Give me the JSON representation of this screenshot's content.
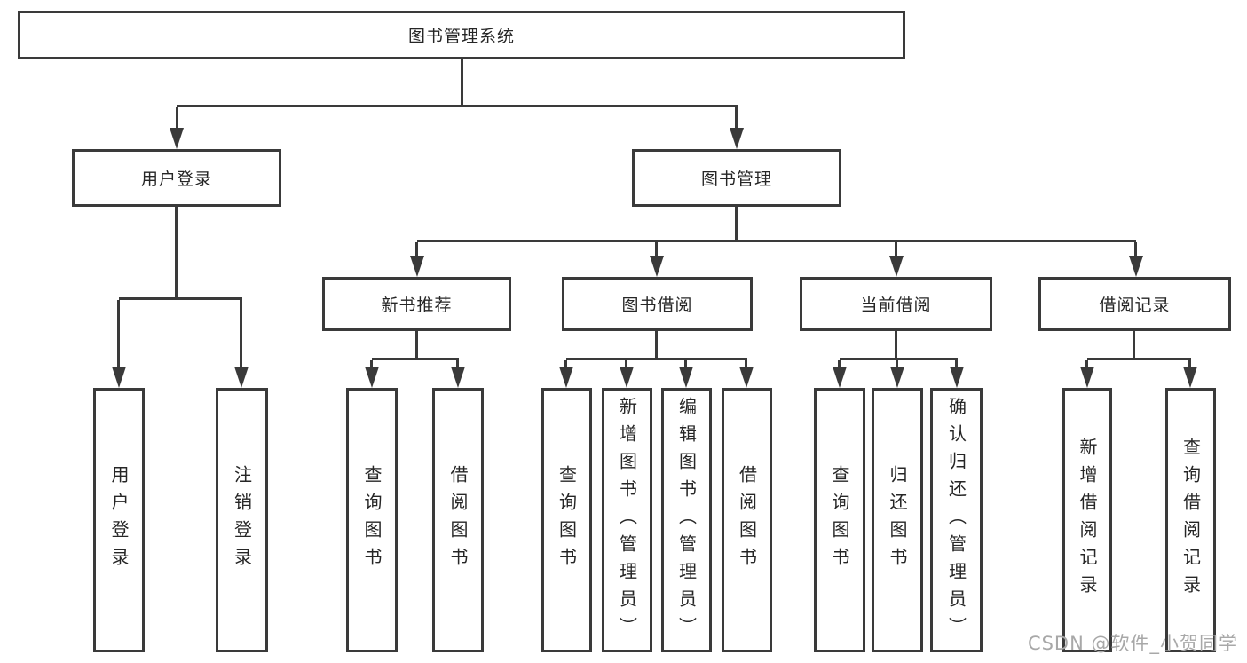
{
  "colors": {
    "line": "#3a3a3a",
    "box_border": "#3a3a3a",
    "text": "#262626",
    "watermark": "#a8a8a8",
    "background": "#ffffff"
  },
  "watermark": {
    "text": "CSDN @软件_小贺同学"
  },
  "tree": {
    "label": "图书管理系统",
    "children": [
      {
        "label": "用户登录",
        "children": [
          {
            "label": "用户登录"
          },
          {
            "label": "注销登录"
          }
        ]
      },
      {
        "label": "图书管理",
        "children": [
          {
            "label": "新书推荐",
            "children": [
              {
                "label": "查询图书"
              },
              {
                "label": "借阅图书"
              }
            ]
          },
          {
            "label": "图书借阅",
            "children": [
              {
                "label": "查询图书"
              },
              {
                "label": "新增图书（管理员）"
              },
              {
                "label": "编辑图书（管理员）"
              },
              {
                "label": "借阅图书"
              }
            ]
          },
          {
            "label": "当前借阅",
            "children": [
              {
                "label": "查询图书"
              },
              {
                "label": "归还图书"
              },
              {
                "label": "确认归还（管理员）"
              }
            ]
          },
          {
            "label": "借阅记录",
            "children": [
              {
                "label": "新增借阅记录"
              },
              {
                "label": "查询借阅记录"
              }
            ]
          }
        ]
      }
    ]
  }
}
